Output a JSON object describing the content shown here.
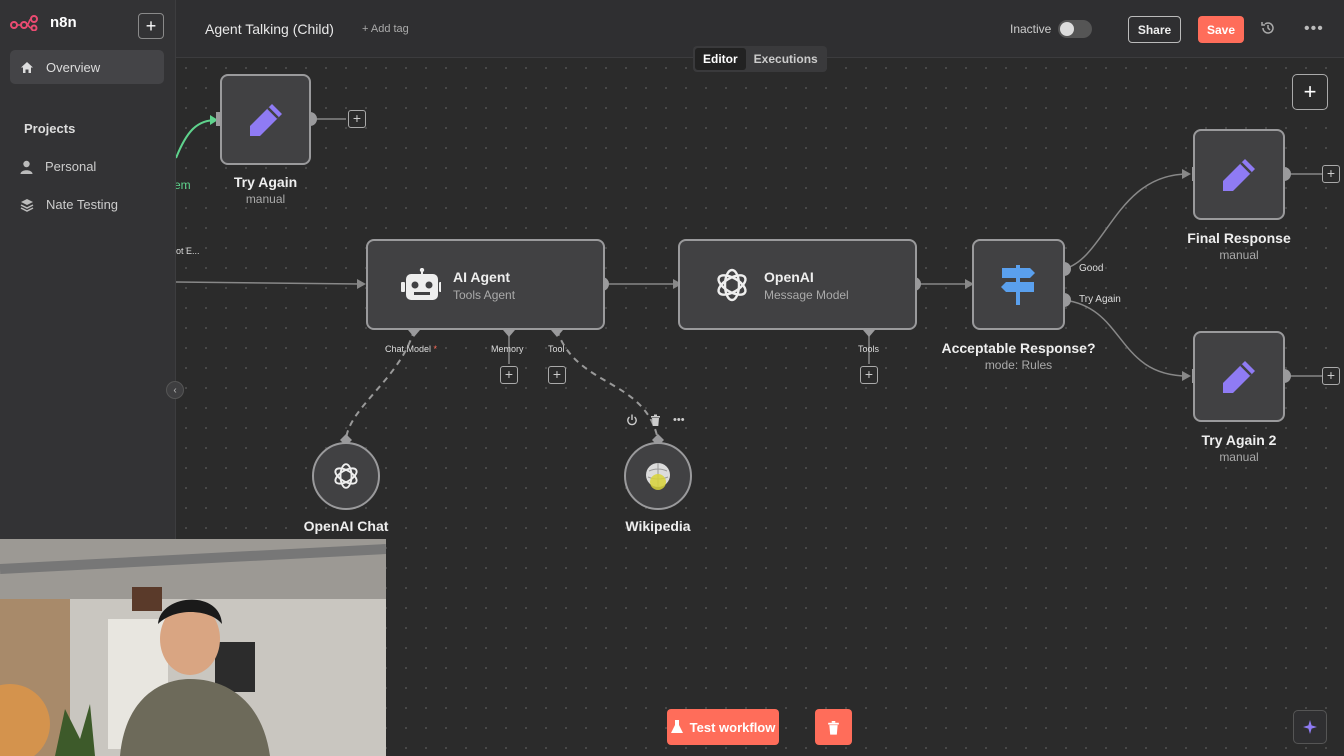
{
  "app": {
    "name": "n8n"
  },
  "sidebar": {
    "overview_label": "Overview",
    "projects_heading": "Projects",
    "items": [
      {
        "label": "Personal",
        "icon": "user-icon"
      },
      {
        "label": "Nate Testing",
        "icon": "layers-icon"
      }
    ]
  },
  "header": {
    "title": "Agent Talking (Child)",
    "add_tag": "+ Add tag",
    "status_label": "Inactive",
    "share_label": "Share",
    "save_label": "Save",
    "tabs": [
      {
        "label": "Editor",
        "active": true
      },
      {
        "label": "Executions",
        "active": false
      }
    ]
  },
  "nodes": {
    "try_again": {
      "title": "Try Again",
      "subtitle": "manual"
    },
    "ai_agent": {
      "title": "AI Agent",
      "subtitle": "Tools Agent",
      "ports": {
        "chat_model": "Chat Model",
        "required_mark": "*",
        "memory": "Memory",
        "tool": "Tool"
      }
    },
    "openai": {
      "title": "OpenAI",
      "subtitle": "Message Model",
      "ports": {
        "tools": "Tools"
      }
    },
    "acceptable": {
      "title": "Acceptable Response?",
      "subtitle": "mode: Rules",
      "outputs": {
        "good": "Good",
        "try_again": "Try Again"
      }
    },
    "final_response": {
      "title": "Final Response",
      "subtitle": "manual"
    },
    "try_again_2": {
      "title": "Try Again 2",
      "subtitle": "manual"
    },
    "openai_chat": {
      "title": "OpenAI Chat"
    },
    "wikipedia": {
      "title": "Wikipedia"
    }
  },
  "edge_labels": {
    "partial_left_1": "em",
    "partial_left_2": "ot E..."
  },
  "footer": {
    "test_workflow_label": "Test workflow"
  },
  "colors": {
    "accent": "#ff6d5a",
    "node_icon": "#8f7bf4",
    "switch_icon": "#5aa0ee"
  }
}
